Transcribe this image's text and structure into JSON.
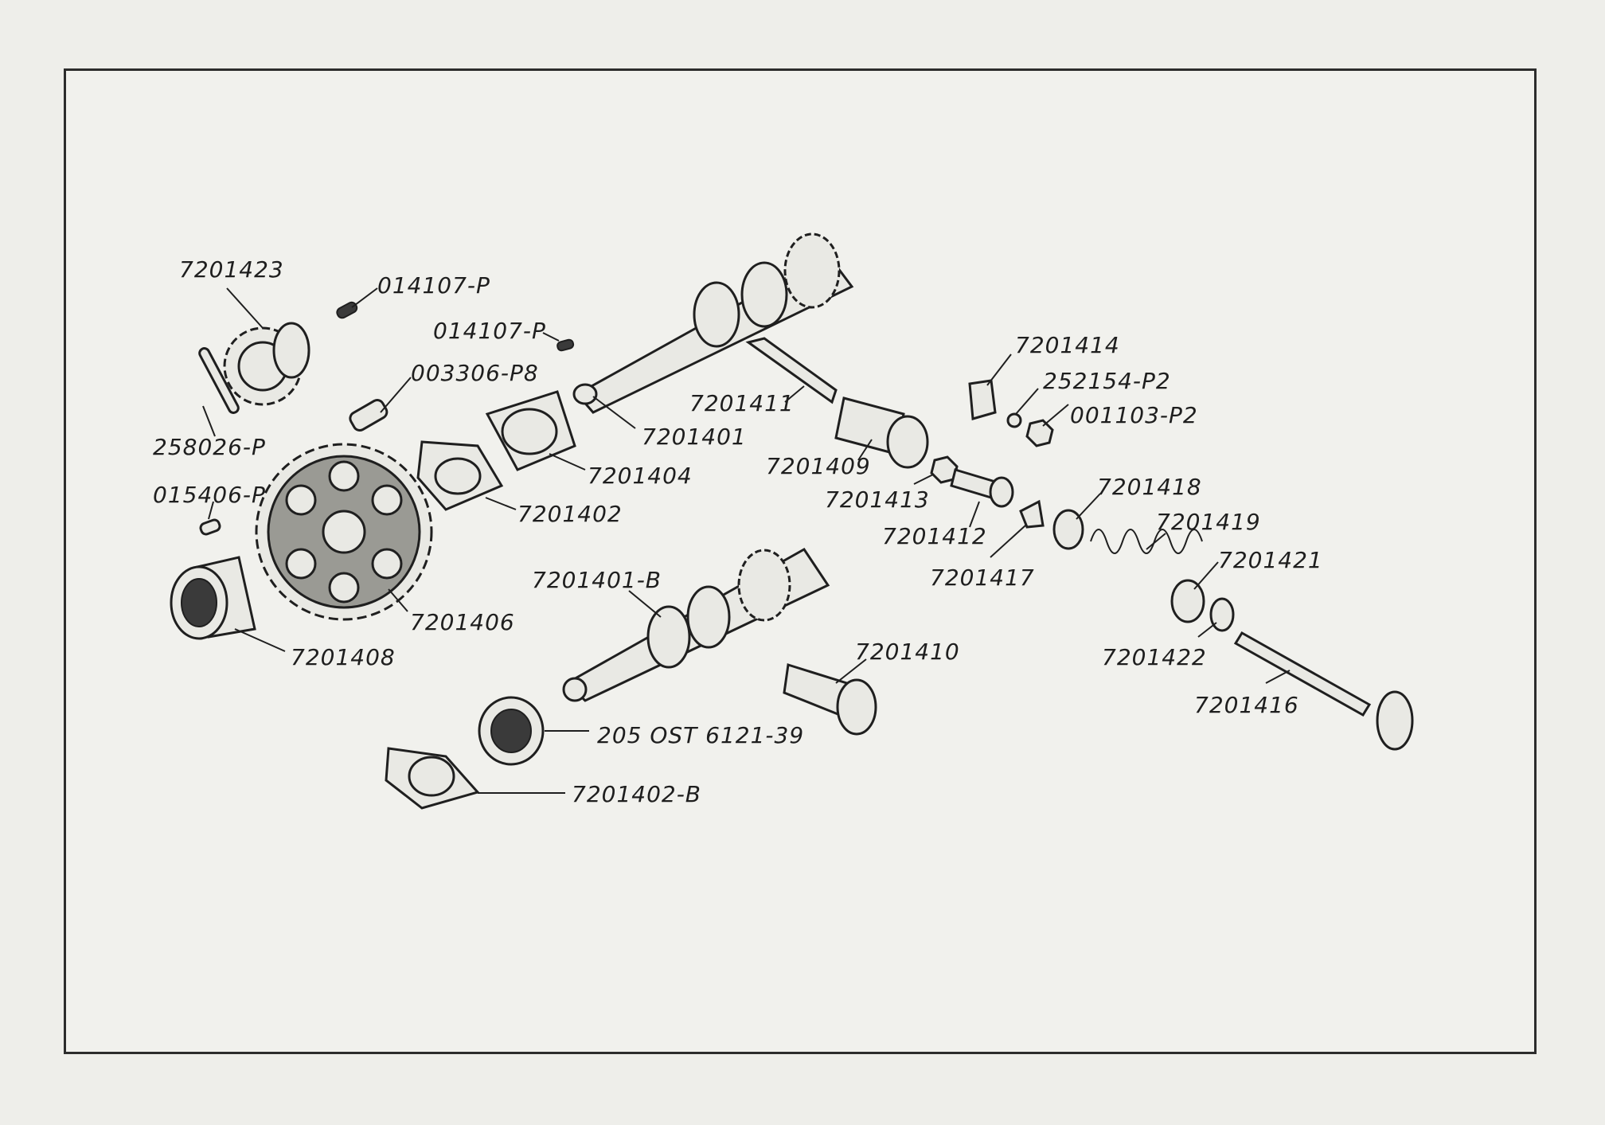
{
  "labels": {
    "l7201423": "7201423",
    "l014107p_a": "014107-P",
    "l014107p_b": "014107-P",
    "l003306p8": "003306-P8",
    "l258026p": "258026-P",
    "l015406p": "015406-P",
    "l7201401": "7201401",
    "l7201404": "7201404",
    "l7201402": "7201402",
    "l7201406": "7201406",
    "l7201408": "7201408",
    "l7201411": "7201411",
    "l7201409": "7201409",
    "l7201413": "7201413",
    "l7201412": "7201412",
    "l7201417": "7201417",
    "l7201414": "7201414",
    "l252154p2": "252154-P2",
    "l001103p2": "001103-P2",
    "l7201418": "7201418",
    "l7201419": "7201419",
    "l7201421": "7201421",
    "l7201422": "7201422",
    "l7201416": "7201416",
    "l7201401b": "7201401-B",
    "l7201410": "7201410",
    "l205ost": "205 OST 6121-39",
    "l7201402b": "7201402-B"
  }
}
